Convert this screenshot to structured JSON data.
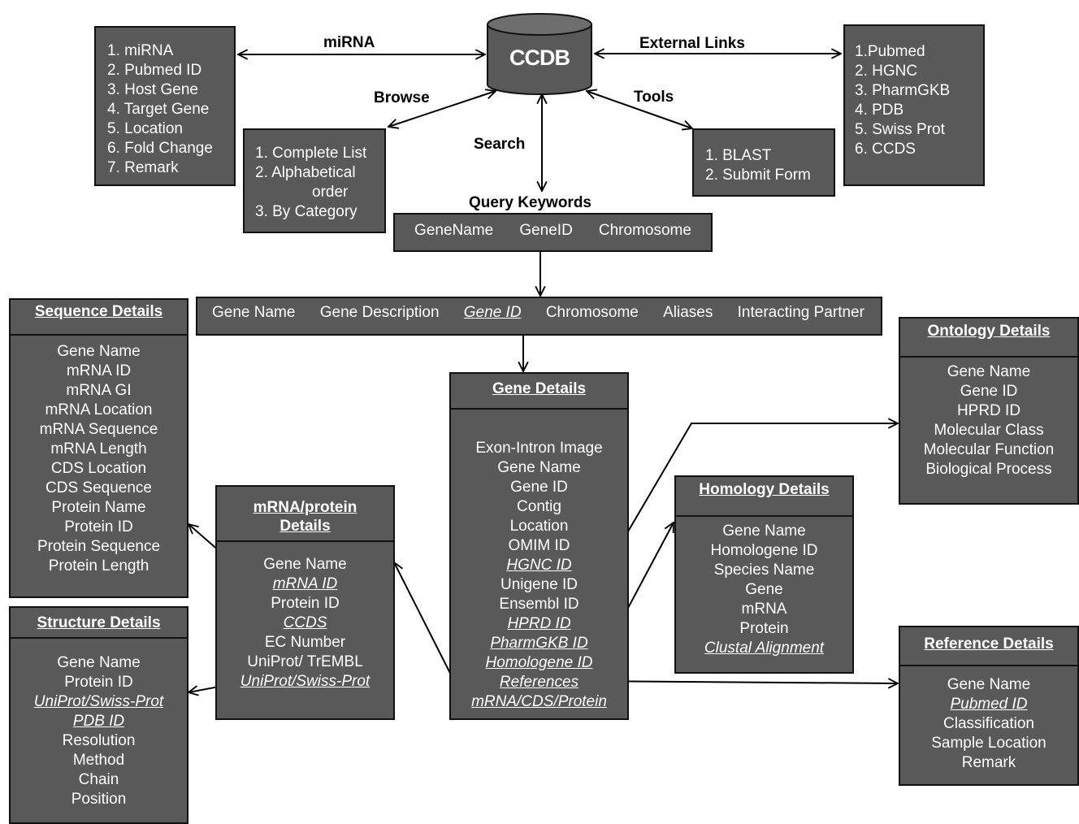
{
  "ccdb": {
    "label": "CCDB"
  },
  "edge_labels": {
    "mirna": "miRNA",
    "external_links": "External Links",
    "browse": "Browse",
    "tools": "Tools",
    "search": "Search",
    "query_keywords": "Query Keywords"
  },
  "mirna_box": {
    "items": [
      "1. miRNA",
      "2. Pubmed ID",
      "3. Host Gene",
      "4. Target Gene",
      "5. Location",
      "6. Fold Change",
      "7. Remark"
    ]
  },
  "external_box": {
    "items": [
      "1.Pubmed",
      "2. HGNC",
      "3. PharmGKB",
      "4. PDB",
      "5. Swiss Prot",
      "6. CCDS"
    ]
  },
  "browse_box": {
    "items": [
      "1. Complete  List",
      "2. Alphabetical",
      "order",
      "3. By Category"
    ]
  },
  "tools_box": {
    "items": [
      "1. BLAST",
      "2. Submit Form"
    ]
  },
  "query_box": {
    "items": [
      "GeneName",
      "GeneID",
      "Chromosome"
    ]
  },
  "result_bar": {
    "items": [
      {
        "text": "Gene Name",
        "link": false
      },
      {
        "text": "Gene Description",
        "link": false
      },
      {
        "text": "Gene ID",
        "link": true
      },
      {
        "text": "Chromosome",
        "link": false
      },
      {
        "text": "Aliases",
        "link": false
      },
      {
        "text": "Interacting Partner",
        "link": false
      }
    ]
  },
  "sequence_details": {
    "title": "Sequence Details",
    "items": [
      {
        "text": "Gene Name",
        "link": false
      },
      {
        "text": "mRNA ID",
        "link": false
      },
      {
        "text": "mRNA GI",
        "link": false
      },
      {
        "text": "mRNA Location",
        "link": false
      },
      {
        "text": "mRNA Sequence",
        "link": false
      },
      {
        "text": "mRNA Length",
        "link": false
      },
      {
        "text": "CDS Location",
        "link": false
      },
      {
        "text": "CDS Sequence",
        "link": false
      },
      {
        "text": "Protein Name",
        "link": false
      },
      {
        "text": "Protein ID",
        "link": false
      },
      {
        "text": "Protein Sequence",
        "link": false
      },
      {
        "text": "Protein Length",
        "link": false
      }
    ]
  },
  "structure_details": {
    "title": "Structure Details",
    "items": [
      {
        "text": "Gene Name",
        "link": false
      },
      {
        "text": "Protein ID",
        "link": false
      },
      {
        "text": "UniProt/Swiss-Prot",
        "link": true
      },
      {
        "text": "PDB ID",
        "link": true
      },
      {
        "text": "Resolution",
        "link": false
      },
      {
        "text": "Method",
        "link": false
      },
      {
        "text": "Chain",
        "link": false
      },
      {
        "text": "Position",
        "link": false
      }
    ]
  },
  "mrna_protein_details": {
    "title_line1": "mRNA/protein",
    "title_line2": "Details",
    "items": [
      {
        "text": "Gene Name",
        "link": false
      },
      {
        "text": "mRNA ID",
        "link": true
      },
      {
        "text": "Protein ID",
        "link": false
      },
      {
        "text": "CCDS",
        "link": true
      },
      {
        "text": "EC Number",
        "link": false
      },
      {
        "text": "UniProt/ TrEMBL",
        "link": false
      },
      {
        "text": "UniProt/Swiss-Prot",
        "link": true
      }
    ]
  },
  "gene_details": {
    "title": "Gene Details",
    "items": [
      {
        "text": "Exon-Intron Image",
        "link": false
      },
      {
        "text": "Gene Name",
        "link": false
      },
      {
        "text": "Gene ID",
        "link": false
      },
      {
        "text": "Contig",
        "link": false
      },
      {
        "text": "Location",
        "link": false
      },
      {
        "text": "OMIM ID",
        "link": false
      },
      {
        "text": "HGNC ID",
        "link": true
      },
      {
        "text": "Unigene ID",
        "link": false
      },
      {
        "text": "Ensembl ID",
        "link": false
      },
      {
        "text": "HPRD ID",
        "link": true
      },
      {
        "text": "PharmGKB ID",
        "link": true
      },
      {
        "text": "Homologene ID",
        "link": true
      },
      {
        "text": "References",
        "link": true
      },
      {
        "text": "mRNA/CDS/Protein",
        "link": true
      }
    ]
  },
  "homology_details": {
    "title": "Homology Details",
    "items": [
      {
        "text": "Gene Name",
        "link": false
      },
      {
        "text": "Homologene ID",
        "link": false
      },
      {
        "text": "Species Name",
        "link": false
      },
      {
        "text": "Gene",
        "link": false
      },
      {
        "text": "mRNA",
        "link": false
      },
      {
        "text": "Protein",
        "link": false
      },
      {
        "text": "Clustal Alignment",
        "link": true
      }
    ]
  },
  "ontology_details": {
    "title": "Ontology Details",
    "items": [
      {
        "text": "Gene Name",
        "link": false
      },
      {
        "text": "Gene ID",
        "link": false
      },
      {
        "text": "HPRD ID",
        "link": false
      },
      {
        "text": "Molecular  Class",
        "link": false
      },
      {
        "text": "Molecular  Function",
        "link": false
      },
      {
        "text": "Biological  Process",
        "link": false
      }
    ]
  },
  "reference_details": {
    "title": "Reference Details",
    "items": [
      {
        "text": "Gene Name",
        "link": false
      },
      {
        "text": "Pubmed ID",
        "link": true
      },
      {
        "text": "Classification",
        "link": false
      },
      {
        "text": "Sample Location",
        "link": false
      },
      {
        "text": "Remark",
        "link": false
      }
    ]
  }
}
